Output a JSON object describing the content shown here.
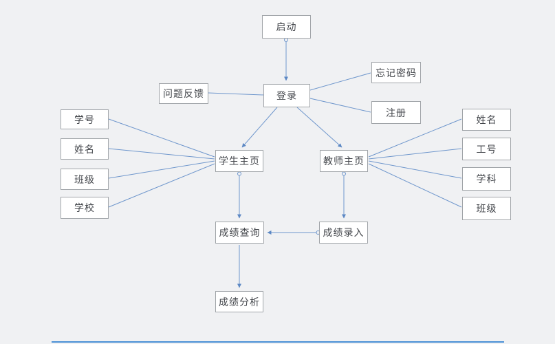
{
  "diagram": {
    "title": "grade-management-system-flowchart",
    "nodes": {
      "start": {
        "label": "启动"
      },
      "login": {
        "label": "登录"
      },
      "forgot_password": {
        "label": "忘记密码"
      },
      "register": {
        "label": "注册"
      },
      "feedback": {
        "label": "问题反馈"
      },
      "student_home": {
        "label": "学生主页"
      },
      "teacher_home": {
        "label": "教师主页"
      },
      "student_attr_id": {
        "label": "学号"
      },
      "student_attr_name": {
        "label": "姓名"
      },
      "student_attr_class": {
        "label": "班级"
      },
      "student_attr_school": {
        "label": "学校"
      },
      "teacher_attr_name": {
        "label": "姓名"
      },
      "teacher_attr_id": {
        "label": "工号"
      },
      "teacher_attr_subject": {
        "label": "学科"
      },
      "teacher_attr_class": {
        "label": "班级"
      },
      "grade_query": {
        "label": "成绩查询"
      },
      "grade_entry": {
        "label": "成绩录入"
      },
      "grade_analysis": {
        "label": "成绩分析"
      }
    },
    "edges": [
      {
        "from": "start",
        "to": "login",
        "arrow": true
      },
      {
        "from": "feedback",
        "to": "login",
        "arrow": false
      },
      {
        "from": "login",
        "to": "forgot_password",
        "arrow": false
      },
      {
        "from": "login",
        "to": "register",
        "arrow": false
      },
      {
        "from": "login",
        "to": "student_home",
        "arrow": true
      },
      {
        "from": "login",
        "to": "teacher_home",
        "arrow": true
      },
      {
        "from": "student_attr_id",
        "to": "student_home",
        "arrow": false
      },
      {
        "from": "student_attr_name",
        "to": "student_home",
        "arrow": false
      },
      {
        "from": "student_attr_class",
        "to": "student_home",
        "arrow": false
      },
      {
        "from": "student_attr_school",
        "to": "student_home",
        "arrow": false
      },
      {
        "from": "teacher_home",
        "to": "teacher_attr_name",
        "arrow": false
      },
      {
        "from": "teacher_home",
        "to": "teacher_attr_id",
        "arrow": false
      },
      {
        "from": "teacher_home",
        "to": "teacher_attr_subject",
        "arrow": false
      },
      {
        "from": "teacher_home",
        "to": "teacher_attr_class",
        "arrow": false
      },
      {
        "from": "student_home",
        "to": "grade_query",
        "arrow": true
      },
      {
        "from": "teacher_home",
        "to": "grade_entry",
        "arrow": true
      },
      {
        "from": "grade_entry",
        "to": "grade_query",
        "arrow": true
      },
      {
        "from": "grade_query",
        "to": "grade_analysis",
        "arrow": true
      }
    ],
    "colors": {
      "background": "#f0f1f3",
      "connector": "#6e96cc",
      "node_border": "#a0a4a8",
      "node_fill": "#ffffff",
      "text": "#44474c",
      "bottom_accent": "#4a90d6"
    }
  }
}
